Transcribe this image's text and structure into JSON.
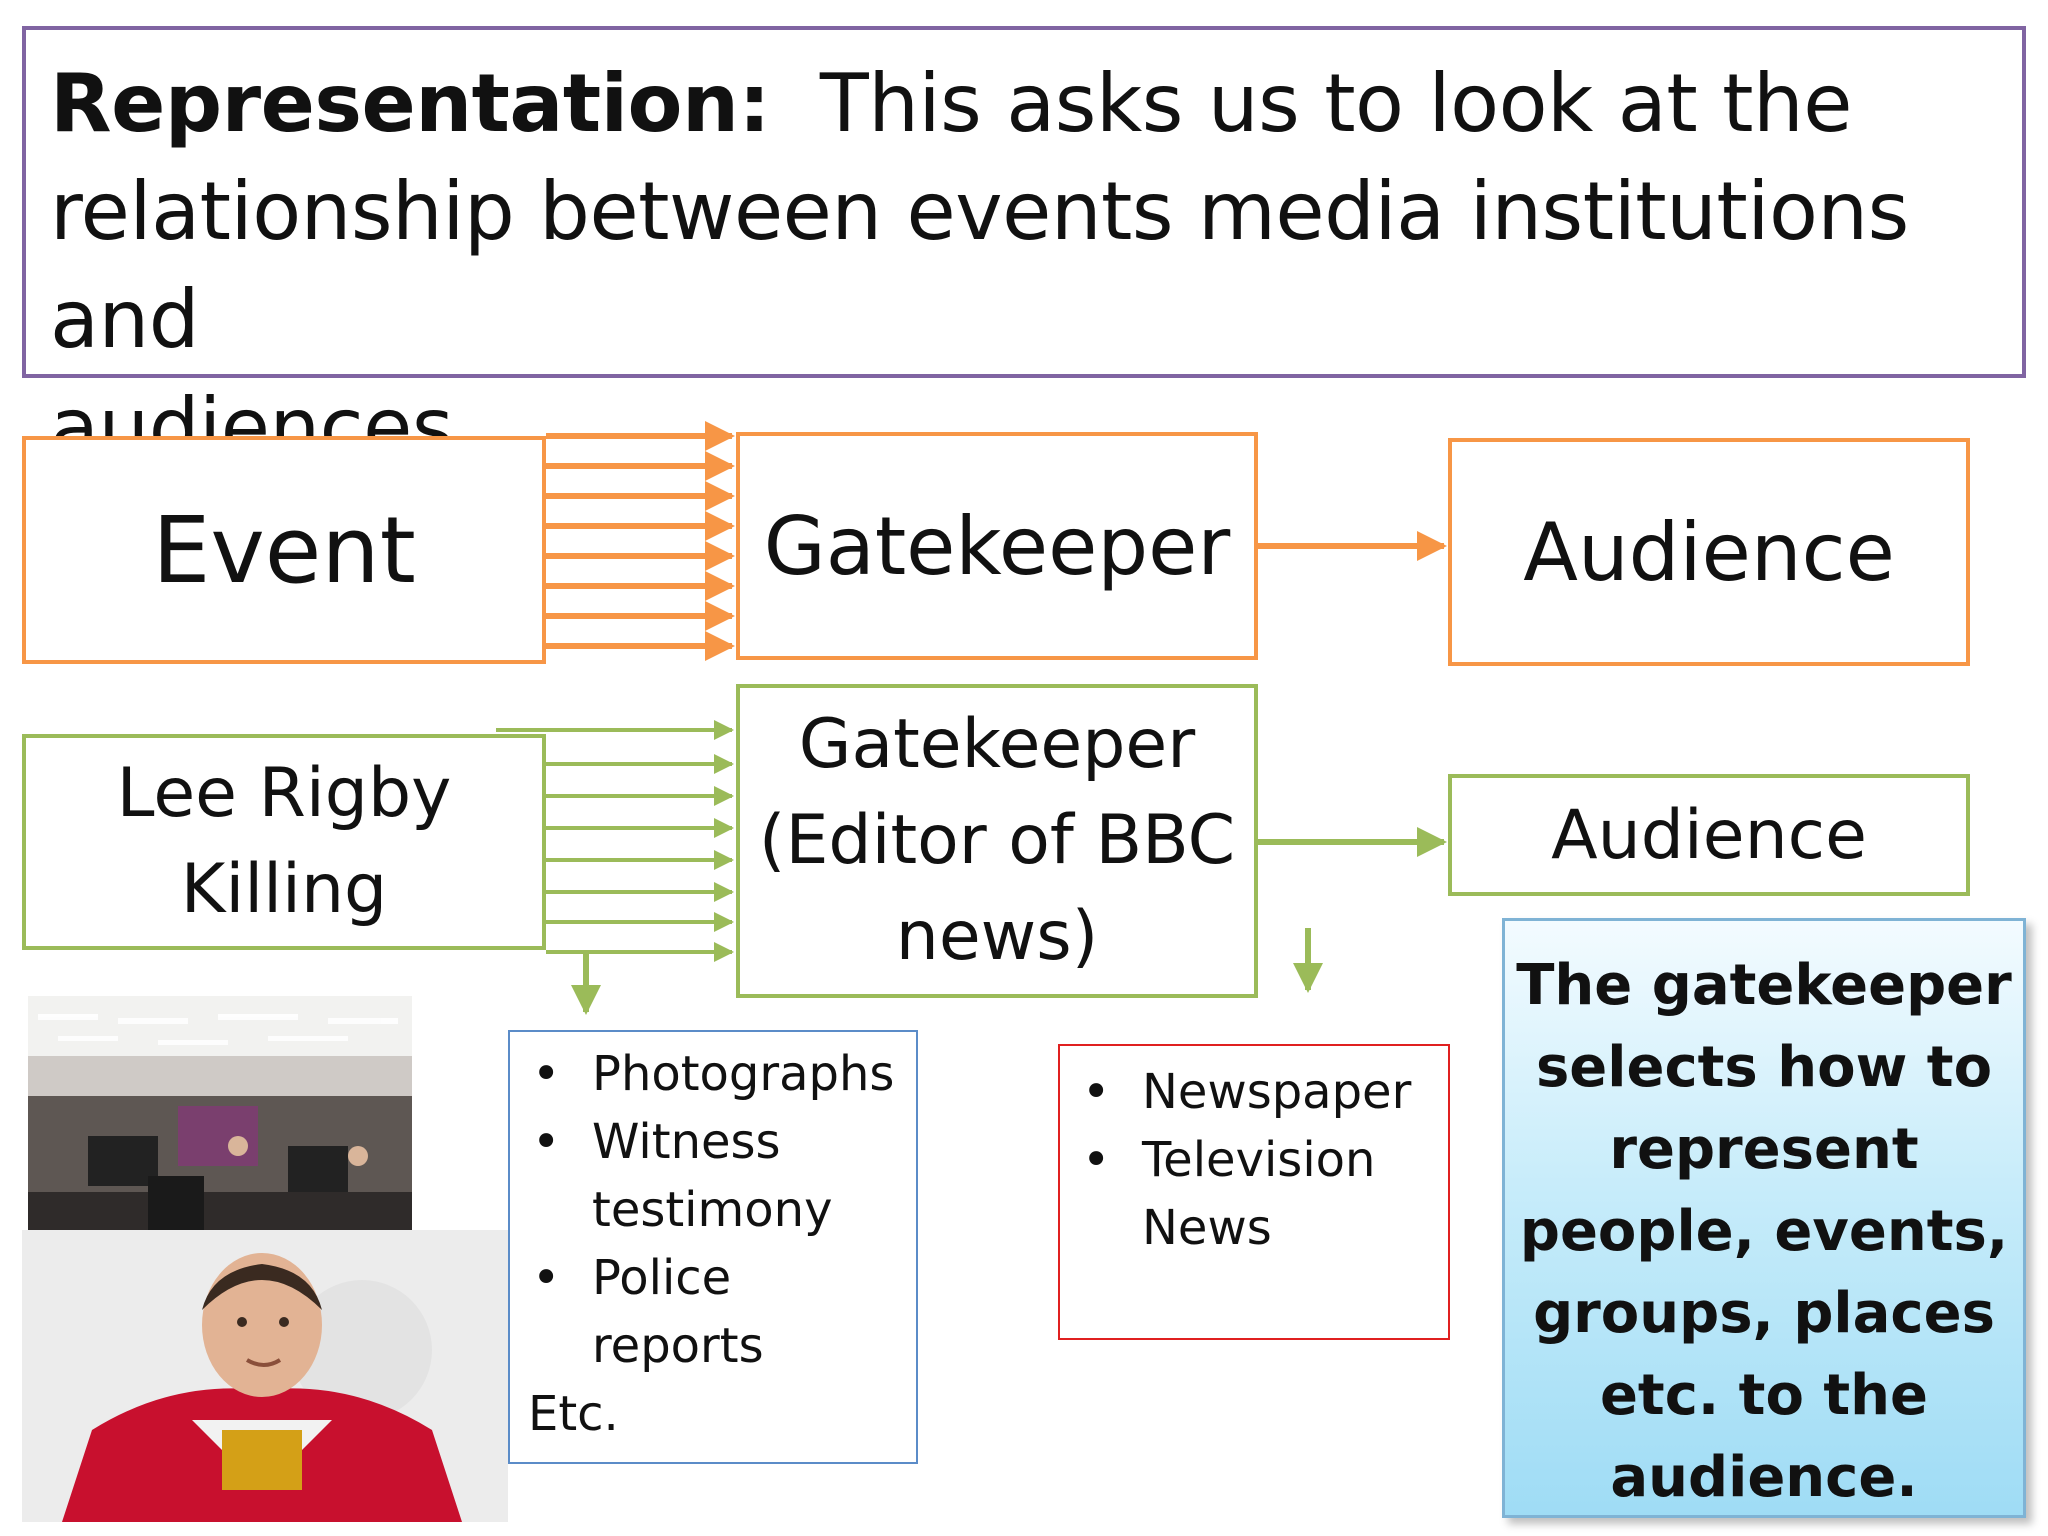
{
  "title": {
    "bold_label": "Representation:",
    "line1": "This asks us to look at the",
    "line2": "relationship between events media institutions and",
    "line3": "audiences."
  },
  "row1": {
    "event": "Event",
    "gatekeeper": "Gatekeeper",
    "audience": "Audience"
  },
  "row2": {
    "event_line1": "Lee Rigby",
    "event_line2": "Killing",
    "gatekeeper_line1": "Gatekeeper",
    "gatekeeper_line2": "(Editor of BBC",
    "gatekeeper_line3": "news)",
    "audience": "Audience"
  },
  "sources": {
    "items": [
      "Photographs",
      "Witness testimony",
      "Police reports"
    ],
    "tail": "Etc."
  },
  "media": {
    "items": [
      "Newspaper",
      "Television News"
    ]
  },
  "explanation": {
    "lines": [
      "The gatekeeper",
      "selects how to",
      "represent",
      "people, events,",
      "groups, places",
      "etc. to the",
      "audience."
    ]
  },
  "colors": {
    "title_border": "#8064a2",
    "row1_border": "#f79646",
    "row2_border": "#9bbb59",
    "sources_border": "#5b8cc8",
    "media_border": "#e02020",
    "explanation_fill": "#9fdcf5"
  }
}
